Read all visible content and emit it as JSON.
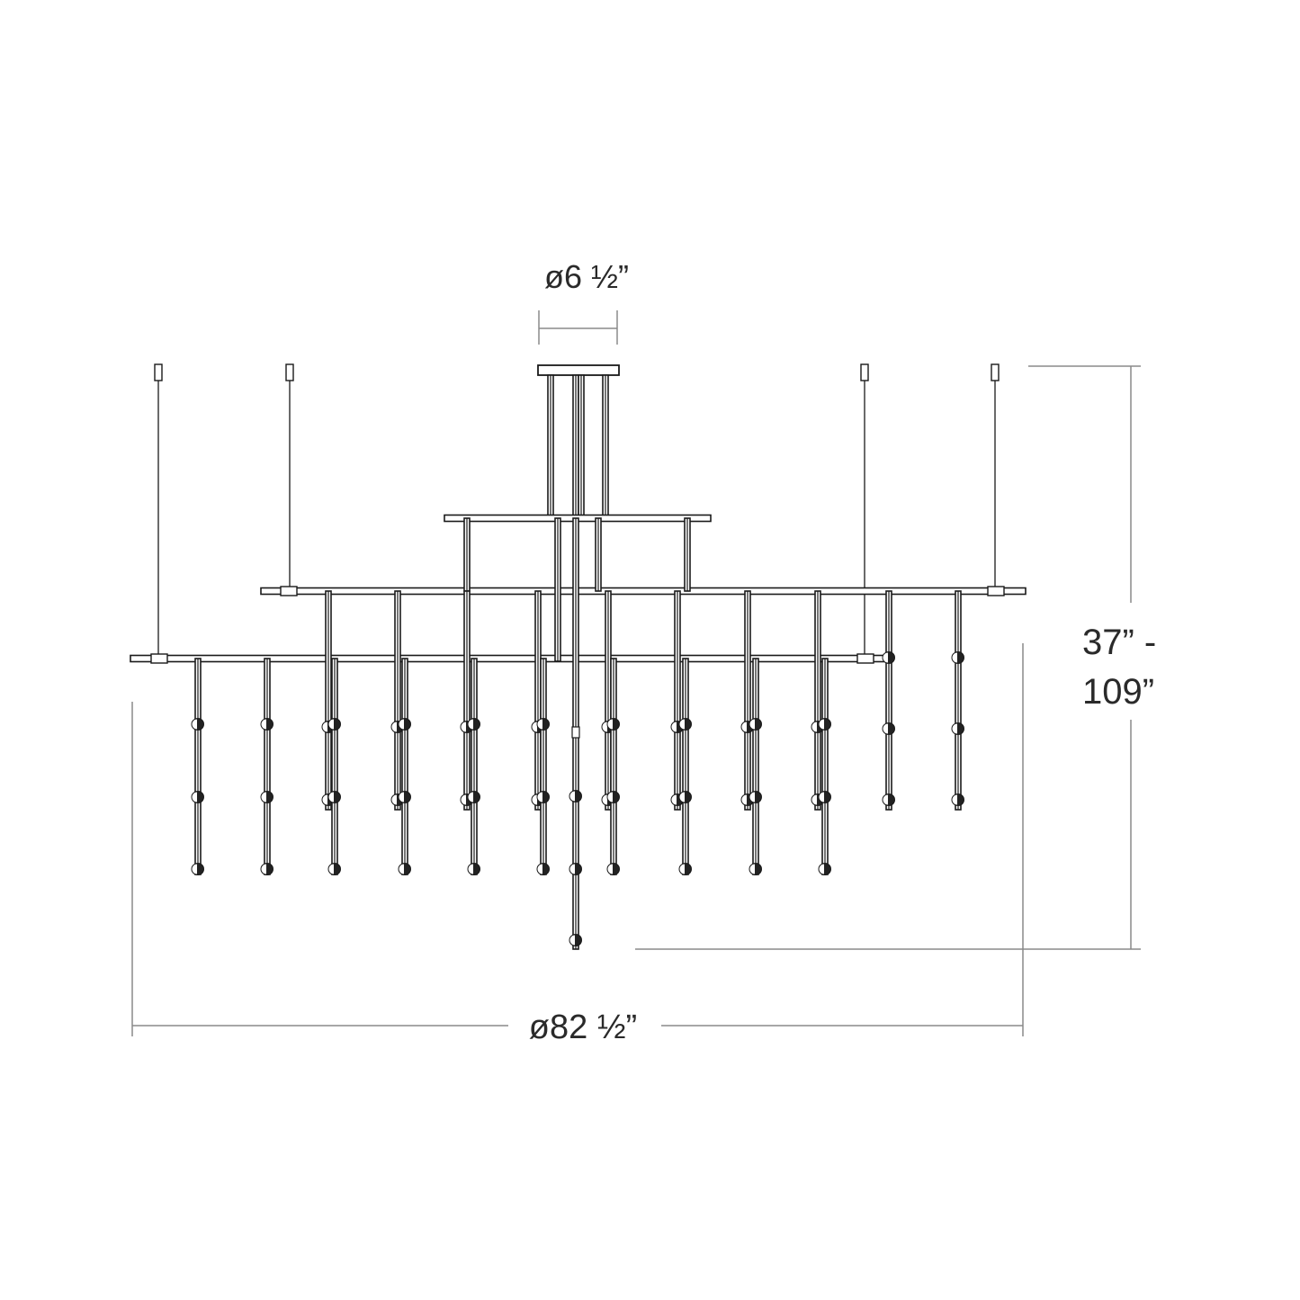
{
  "dimensions": {
    "canopy_diameter": "ø6 ½”",
    "height_line1": "37” -",
    "height_line2": "109”",
    "overall_diameter": "ø82 ½”"
  },
  "colors": {
    "line": "#1a1a1a",
    "dimension_line": "#8a8a8a",
    "background": "#ffffff"
  }
}
